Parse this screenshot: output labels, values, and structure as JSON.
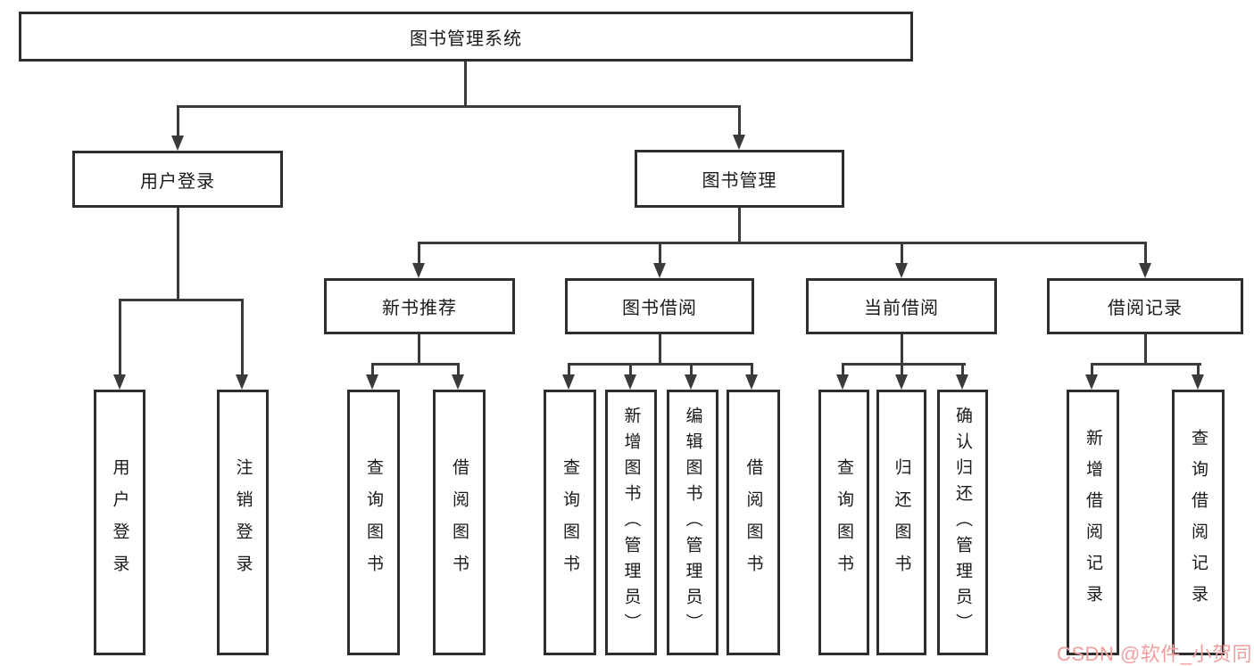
{
  "diagram": {
    "title": "图书管理系统",
    "level2": [
      {
        "label": "用户登录"
      },
      {
        "label": "图书管理"
      }
    ],
    "level3": [
      {
        "label": "新书推荐"
      },
      {
        "label": "图书借阅"
      },
      {
        "label": "当前借阅"
      },
      {
        "label": "借阅记录"
      }
    ],
    "leaves": [
      {
        "label": "用户登录"
      },
      {
        "label": "注销登录"
      },
      {
        "label": "查询图书"
      },
      {
        "label": "借阅图书"
      },
      {
        "label": "查询图书"
      },
      {
        "label": "新增图书（管理员）"
      },
      {
        "label": "编辑图书（管理员）"
      },
      {
        "label": "借阅图书"
      },
      {
        "label": "查询图书"
      },
      {
        "label": "归还图书"
      },
      {
        "label": "确认归还（管理员）"
      },
      {
        "label": "新增借阅记录"
      },
      {
        "label": "查询借阅记录"
      }
    ]
  },
  "watermark": {
    "text": "CSDN @软件_小贺同学",
    "color": "#f19e9e"
  },
  "colors": {
    "line": "#3a3a3a",
    "border": "#2e2e2e",
    "text": "#1a1a1a",
    "background": "#ffffff"
  }
}
